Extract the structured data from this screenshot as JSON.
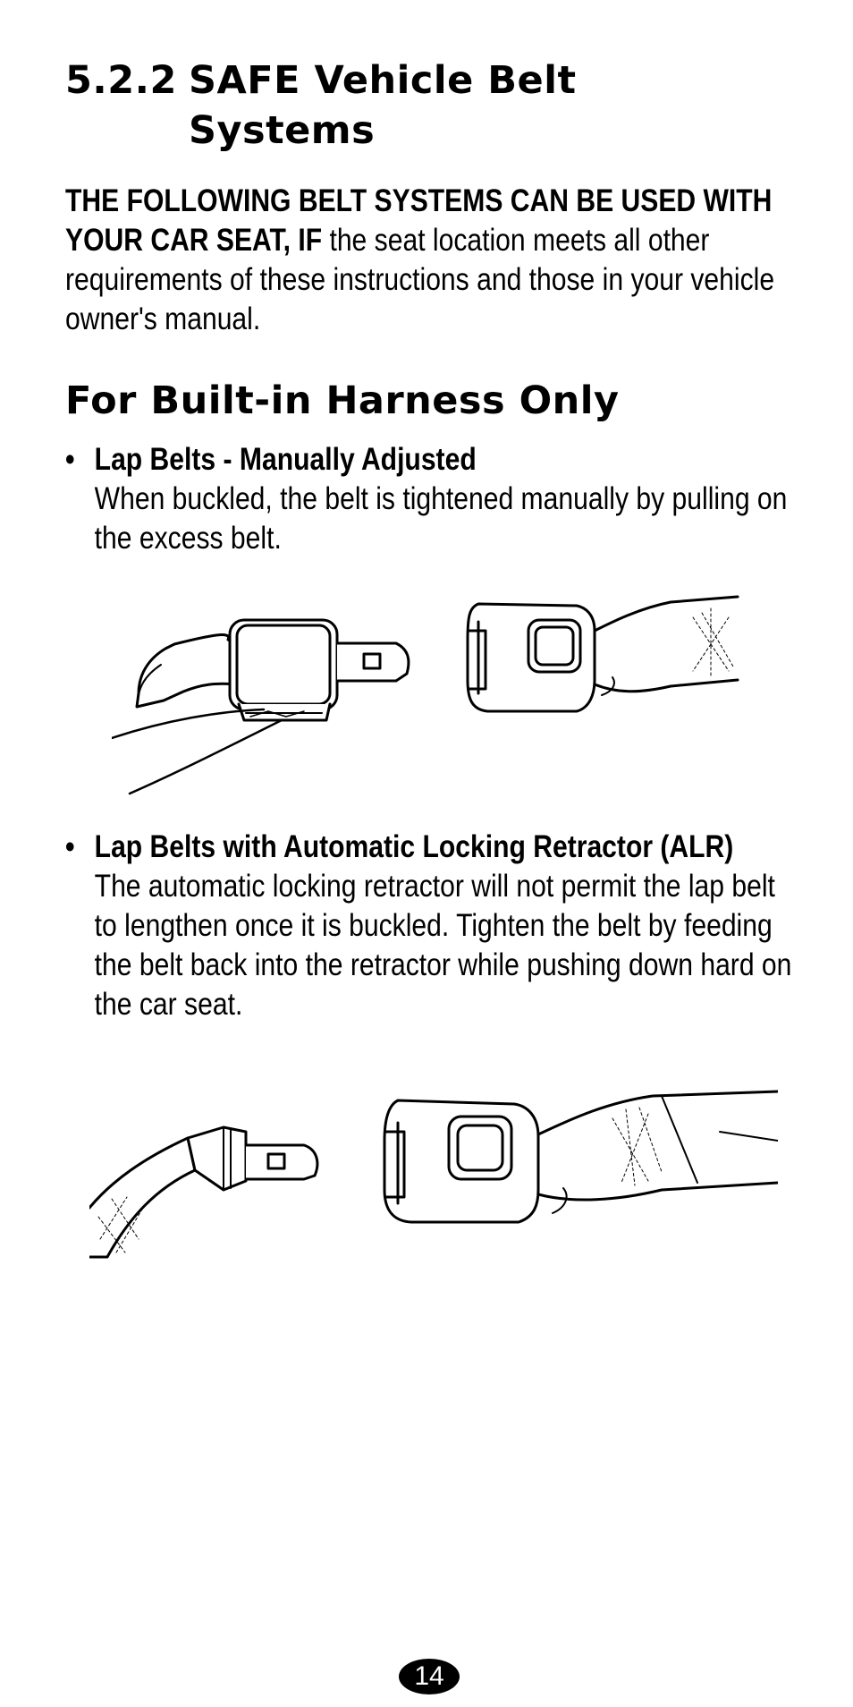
{
  "section": {
    "number": "5.2.2",
    "title_line1": "SAFE Vehicle Belt",
    "title_line2": "Systems"
  },
  "intro": {
    "bold_text": "THE FOLLOWING BELT SYSTEMS CAN BE USED WITH YOUR CAR SEAT, IF",
    "regular_text": " the seat location meets all other requirements of these instructions and those in your vehicle owner's manual."
  },
  "subsection": {
    "title": "For Built-in Harness Only"
  },
  "bullets": [
    {
      "marker": "•",
      "title": "Lap Belts - Manually Adjusted",
      "body": "When buckled, the belt is tightened manually by pulling on the excess belt."
    },
    {
      "marker": "•",
      "title": "Lap Belts with Automatic Locking Retractor (ALR)",
      "body": "The automatic locking retractor will not permit the lap belt to lengthen once it is buckled. Tighten the belt by feeding the belt back into the retractor while pushing down hard on the car seat."
    }
  ],
  "footer": {
    "page_number": "14"
  }
}
